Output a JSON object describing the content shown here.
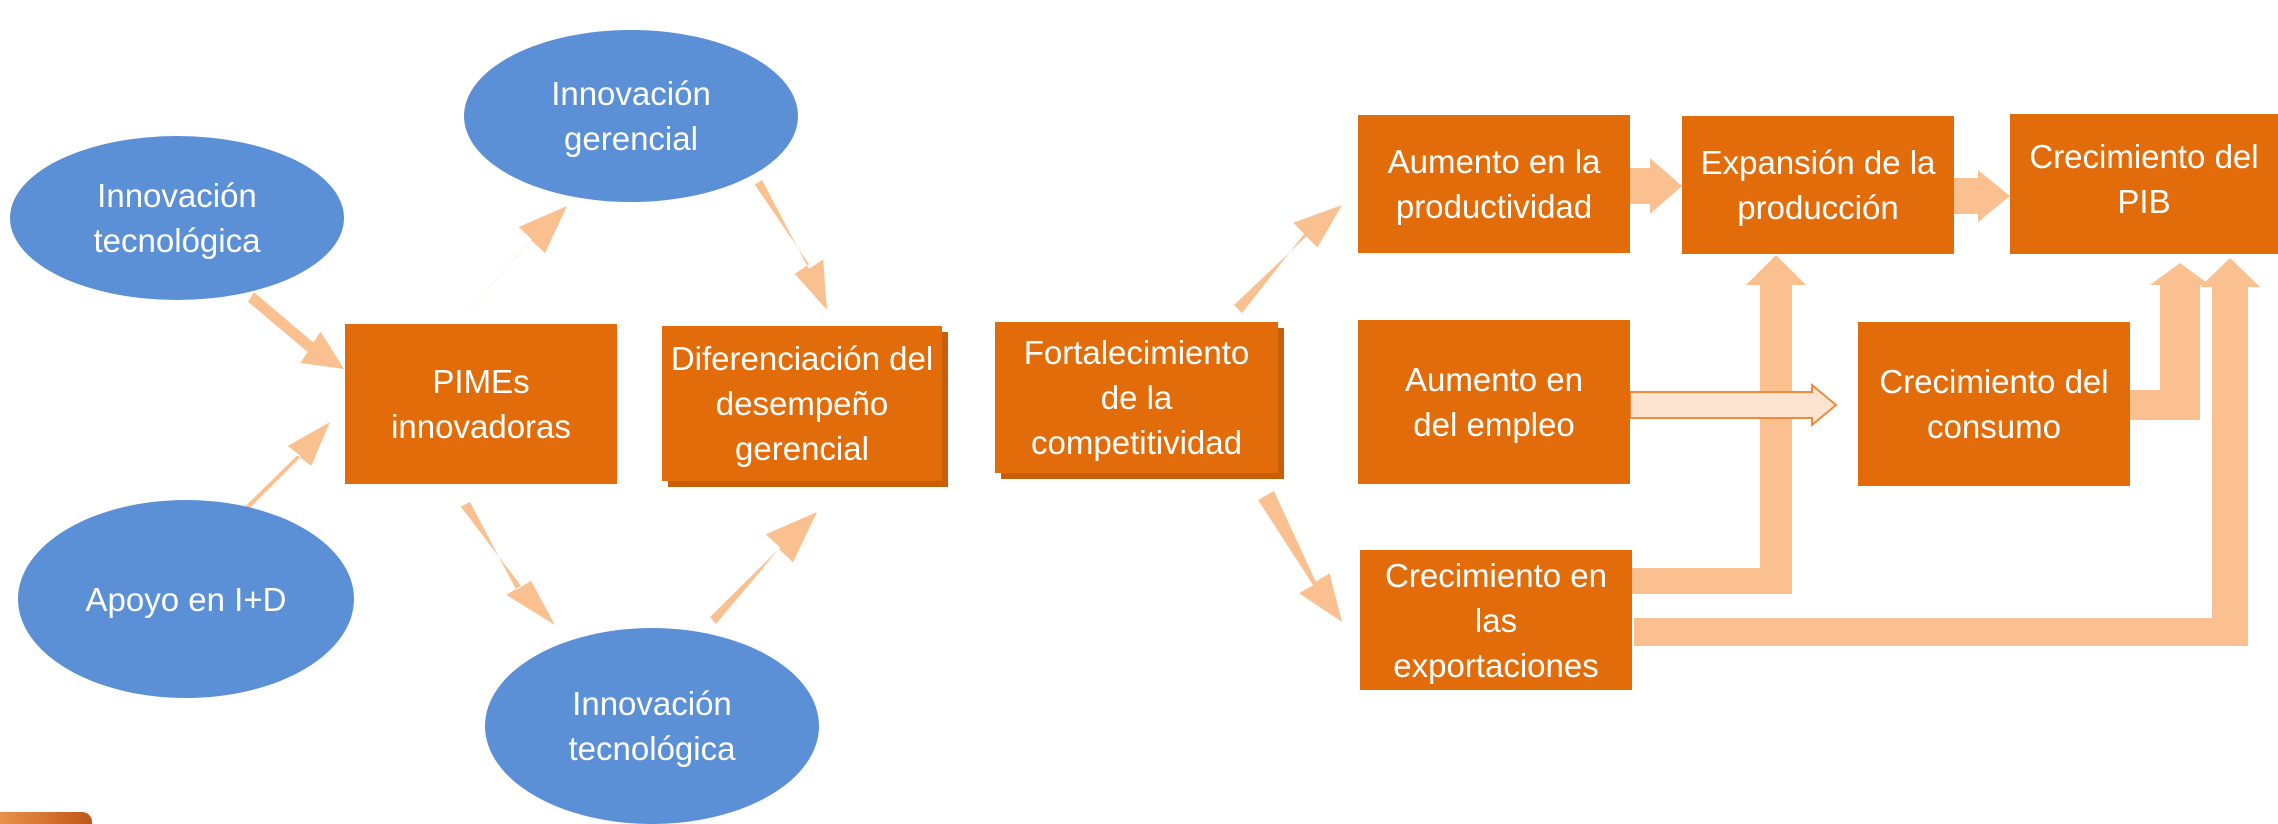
{
  "nodes": {
    "innovacion_tecnologica_1": "Innovación\ntecnológica",
    "apoyo_id": "Apoyo en I+D",
    "pimes": "PIMEs\ninnovadoras",
    "innovacion_gerencial": "Innovación\ngerencial",
    "innovacion_tecnologica_2": "Innovación\ntecnológica",
    "diferenciacion": "Diferenciación del\ndesempeño\ngerencial",
    "fortalecimiento": "Fortalecimiento\nde la\ncompetitividad",
    "aumento_productividad": "Aumento en la\nproductividad",
    "expansion_produccion": "Expansión de la\nproducción",
    "crecimiento_pib": "Crecimiento del\nPIB",
    "aumento_empleo": "Aumento en\ndel empleo",
    "crecimiento_consumo": "Crecimiento del\nconsumo",
    "crecimiento_exportaciones": "Crecimiento en las\nexportaciones"
  },
  "colors": {
    "ellipse": "#5b8fd6",
    "box": "#e36c0a",
    "arrow": "#fac090",
    "text": "#ffffff"
  }
}
